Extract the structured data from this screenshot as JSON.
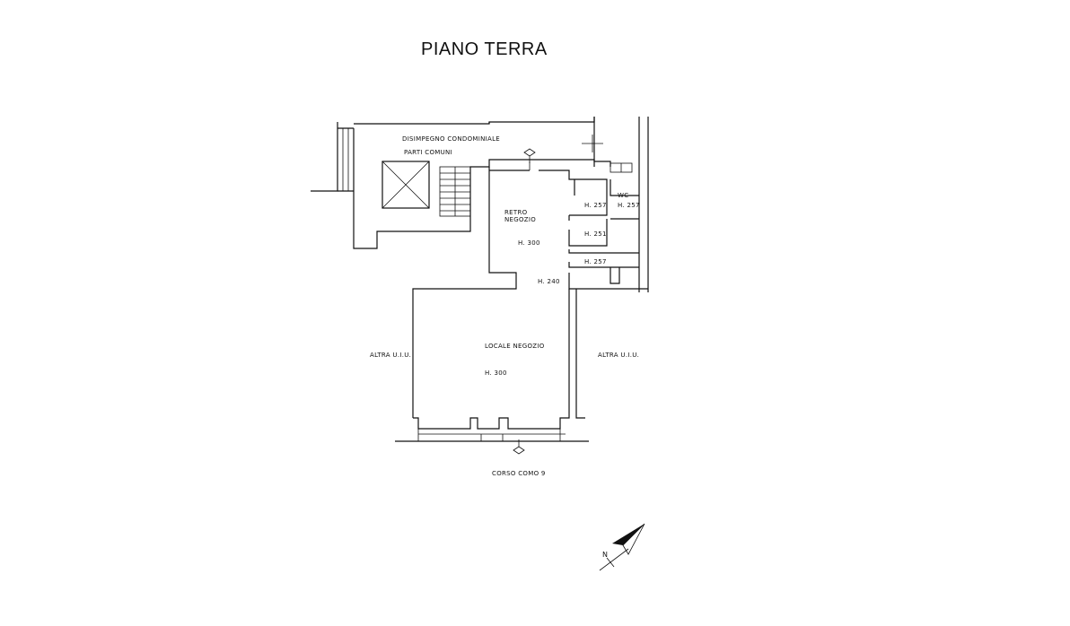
{
  "title": "PIANO TERRA",
  "rooms": {
    "disimpegno": "DISIMPEGNO CONDOMINIALE",
    "parti_comuni": "PARTI COMUNI",
    "retro": "RETRO",
    "negozio": "NEGOZIO",
    "wc": "WC",
    "locale_negozio": "LOCALE NEGOZIO",
    "altra_uiu_left": "ALTRA U.I.U.",
    "altra_uiu_right": "ALTRA U.I.U.",
    "street": "CORSO COMO 9"
  },
  "heights": {
    "retro": "H. 300",
    "wc": "H. 257",
    "closet_top": "H. 257",
    "closet_mid": "H. 251",
    "closet_bottom": "H. 257",
    "passage": "H. 240",
    "locale": "H. 300"
  },
  "north": {
    "label": "N"
  }
}
